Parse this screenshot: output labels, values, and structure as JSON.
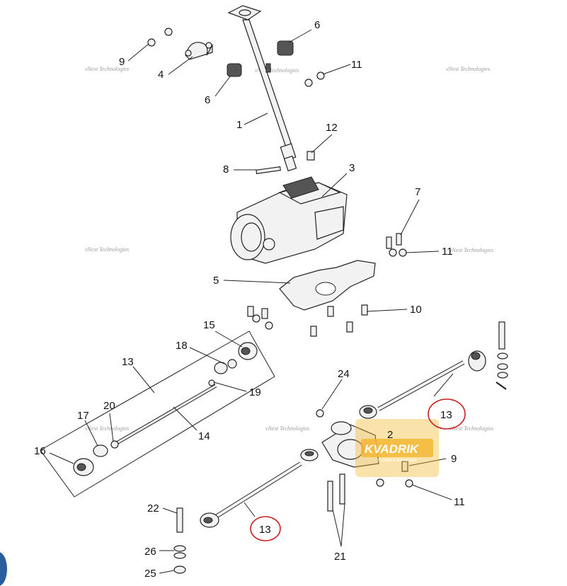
{
  "diagram": {
    "callouts": [
      {
        "label": "1"
      },
      {
        "label": "2"
      },
      {
        "label": "3"
      },
      {
        "label": "4"
      },
      {
        "label": "5"
      },
      {
        "label": "6"
      },
      {
        "label": "6"
      },
      {
        "label": "7"
      },
      {
        "label": "8"
      },
      {
        "label": "9"
      },
      {
        "label": "9"
      },
      {
        "label": "10"
      },
      {
        "label": "11"
      },
      {
        "label": "11"
      },
      {
        "label": "11"
      },
      {
        "label": "12"
      },
      {
        "label": "13"
      },
      {
        "label": "13"
      },
      {
        "label": "13"
      },
      {
        "label": "14"
      },
      {
        "label": "15"
      },
      {
        "label": "16"
      },
      {
        "label": "17"
      },
      {
        "label": "18"
      },
      {
        "label": "19"
      },
      {
        "label": "20"
      },
      {
        "label": "21"
      },
      {
        "label": "22"
      },
      {
        "label": "24"
      },
      {
        "label": "25"
      },
      {
        "label": "26"
      }
    ],
    "watermark_text": "vNext Technologies",
    "logo": {
      "name": "KVADRIK",
      "tagline": "ГОЛОВА В ДВИЖЕНИИ",
      "color": "#f5b731"
    },
    "highlight_color": "#cc1f1f",
    "icons": [
      "steering-shaft",
      "power-steering-unit",
      "tie-rod",
      "stabilizer-link",
      "bolt",
      "nut",
      "washer"
    ]
  }
}
